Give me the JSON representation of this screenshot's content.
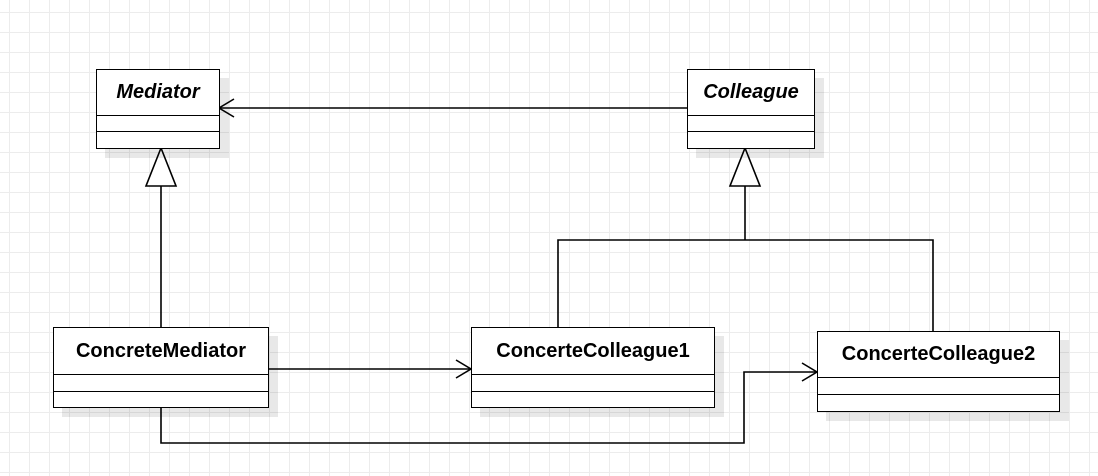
{
  "classes": {
    "mediator": {
      "name": "Mediator",
      "abstract": true,
      "attributes": [],
      "operations": []
    },
    "colleague": {
      "name": "Colleague",
      "abstract": true,
      "attributes": [],
      "operations": []
    },
    "concrete_mediator": {
      "name": "ConcreteMediator",
      "abstract": false,
      "attributes": [],
      "operations": []
    },
    "concrete_colleague1": {
      "name": "ConcerteColleague1",
      "abstract": false,
      "attributes": [],
      "operations": []
    },
    "concrete_colleague2": {
      "name": "ConcerteColleague2",
      "abstract": false,
      "attributes": [],
      "operations": []
    }
  },
  "relationships": [
    {
      "type": "association",
      "from": "colleague",
      "to": "mediator"
    },
    {
      "type": "generalization",
      "from": "concrete_mediator",
      "to": "mediator"
    },
    {
      "type": "generalization",
      "from": "concrete_colleague1",
      "to": "colleague"
    },
    {
      "type": "generalization",
      "from": "concrete_colleague2",
      "to": "colleague"
    },
    {
      "type": "association",
      "from": "concrete_mediator",
      "to": "concrete_colleague1"
    },
    {
      "type": "association",
      "from": "concrete_mediator",
      "to": "concrete_colleague2"
    }
  ],
  "colors": {
    "line": "#000000",
    "box_fill": "#ffffff",
    "grid": "#ececec",
    "background": "#ffffff"
  }
}
